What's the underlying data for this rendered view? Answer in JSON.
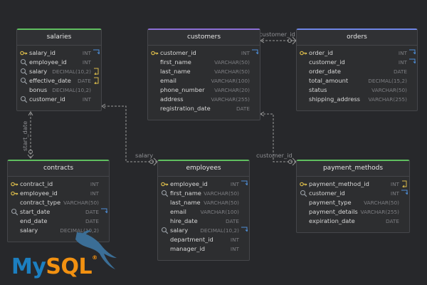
{
  "colors": {
    "green": "#5fbf5f",
    "purple": "#8c6fd6",
    "blue": "#6f86e6",
    "key": "#d6b84a",
    "fk_blue": "#4f8fd8",
    "connector": "#9a9a9a"
  },
  "entities": {
    "salaries": {
      "title": "salaries",
      "columns": [
        {
          "name": "salary_id",
          "type": "INT",
          "key": "pk",
          "marker": "blue"
        },
        {
          "name": "employee_id",
          "type": "INT",
          "key": "index",
          "marker": ""
        },
        {
          "name": "salary",
          "type": "DECIMAL(10,2)",
          "key": "index",
          "marker": "yellow"
        },
        {
          "name": "effective_date",
          "type": "DATE",
          "key": "index",
          "marker": "yellow"
        },
        {
          "name": "bonus",
          "type": "DECIMAL(10,2)",
          "key": "",
          "marker": ""
        },
        {
          "name": "customer_id",
          "type": "INT",
          "key": "index",
          "marker": ""
        }
      ]
    },
    "customers": {
      "title": "customers",
      "columns": [
        {
          "name": "customer_id",
          "type": "INT",
          "key": "pk",
          "marker": "blue"
        },
        {
          "name": "first_name",
          "type": "VARCHAR(50)",
          "key": "",
          "marker": ""
        },
        {
          "name": "last_name",
          "type": "VARCHAR(50)",
          "key": "",
          "marker": ""
        },
        {
          "name": "email",
          "type": "VARCHAR(100)",
          "key": "",
          "marker": ""
        },
        {
          "name": "phone_number",
          "type": "VARCHAR(20)",
          "key": "",
          "marker": ""
        },
        {
          "name": "address",
          "type": "VARCHAR(255)",
          "key": "",
          "marker": ""
        },
        {
          "name": "registration_date",
          "type": "DATE",
          "key": "",
          "marker": ""
        }
      ]
    },
    "orders": {
      "title": "orders",
      "columns": [
        {
          "name": "order_id",
          "type": "INT",
          "key": "pk",
          "marker": "blue"
        },
        {
          "name": "customer_id",
          "type": "INT",
          "key": "",
          "marker": "blue"
        },
        {
          "name": "order_date",
          "type": "DATE",
          "key": "",
          "marker": ""
        },
        {
          "name": "total_amount",
          "type": "DECIMAL(15,2)",
          "key": "",
          "marker": ""
        },
        {
          "name": "status",
          "type": "VARCHAR(50)",
          "key": "",
          "marker": ""
        },
        {
          "name": "shipping_address",
          "type": "VARCHAR(255)",
          "key": "",
          "marker": ""
        }
      ]
    },
    "contracts": {
      "title": "contracts",
      "columns": [
        {
          "name": "contract_id",
          "type": "INT",
          "key": "pk",
          "marker": "",
          "nn": true
        },
        {
          "name": "employee_id",
          "type": "INT",
          "key": "pk",
          "marker": ""
        },
        {
          "name": "contract_type",
          "type": "VARCHAR(50)",
          "key": "",
          "marker": ""
        },
        {
          "name": "start_date",
          "type": "DATE",
          "key": "index",
          "marker": "blue"
        },
        {
          "name": "end_date",
          "type": "DATE",
          "key": "",
          "marker": ""
        },
        {
          "name": "salary",
          "type": "DECIMAL(10,2)",
          "key": "",
          "marker": ""
        }
      ]
    },
    "employees": {
      "title": "employees",
      "columns": [
        {
          "name": "employee_id",
          "type": "INT",
          "key": "pk",
          "marker": "blue"
        },
        {
          "name": "first_name",
          "type": "VARCHAR(50)",
          "key": "index",
          "marker": ""
        },
        {
          "name": "last_name",
          "type": "VARCHAR(50)",
          "key": "",
          "marker": ""
        },
        {
          "name": "email",
          "type": "VARCHAR(100)",
          "key": "",
          "marker": ""
        },
        {
          "name": "hire_date",
          "type": "DATE",
          "key": "",
          "marker": ""
        },
        {
          "name": "salary",
          "type": "DECIMAL(10,2)",
          "key": "index",
          "marker": "blue",
          "nn": true
        },
        {
          "name": "department_id",
          "type": "INT",
          "key": "",
          "marker": ""
        },
        {
          "name": "manager_id",
          "type": "INT",
          "key": "",
          "marker": ""
        }
      ]
    },
    "payment_methods": {
      "title": "payment_methods",
      "columns": [
        {
          "name": "payment_method_id",
          "type": "INT",
          "key": "pk",
          "marker": "yellow"
        },
        {
          "name": "customer_id",
          "type": "INT",
          "key": "index",
          "marker": "blue"
        },
        {
          "name": "payment_type",
          "type": "VARCHAR(50)",
          "key": "",
          "marker": ""
        },
        {
          "name": "payment_details",
          "type": "VARCHAR(255)",
          "key": "",
          "marker": ""
        },
        {
          "name": "expiration_date",
          "type": "DATE",
          "key": "",
          "marker": ""
        }
      ]
    }
  },
  "relationships": {
    "orders_customers": "customer_id",
    "employees_salaries": "salary",
    "payment_customers": "customer_id",
    "contracts_salaries": "start_date"
  },
  "logo": {
    "my": "My",
    "sql": "SQL",
    "reg": "®"
  }
}
